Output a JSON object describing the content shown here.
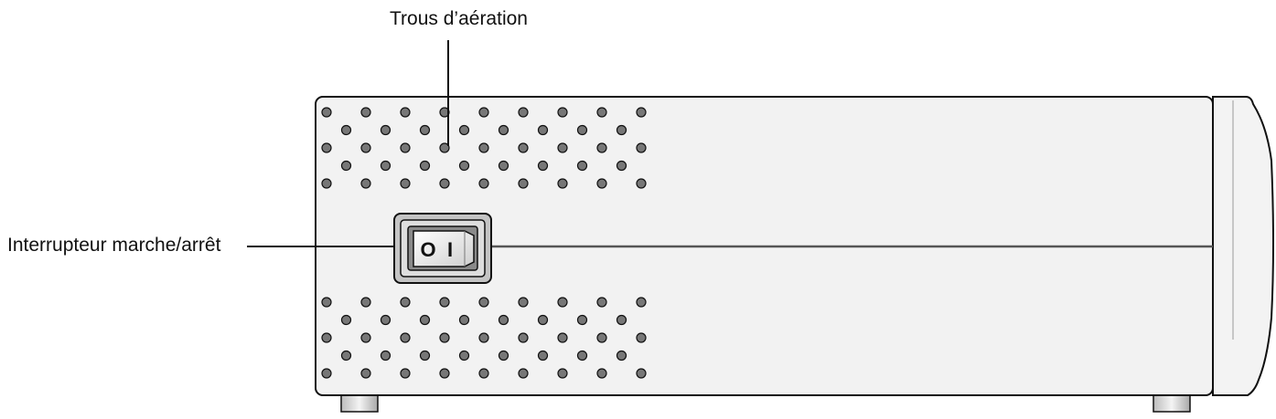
{
  "labels": {
    "vents": "Trous d’aération",
    "power_switch": "Interrupteur marche/arrêt"
  },
  "switch": {
    "off_symbol": "O",
    "on_symbol": "I"
  },
  "colors": {
    "outline": "#111111",
    "panel_fill": "#f2f2f2",
    "hole_fill": "#777777",
    "seam": "#555555"
  },
  "vent_grid": {
    "groups": 2,
    "rows_per_group": 5,
    "holes_long_row": 9,
    "holes_short_row": 8
  }
}
